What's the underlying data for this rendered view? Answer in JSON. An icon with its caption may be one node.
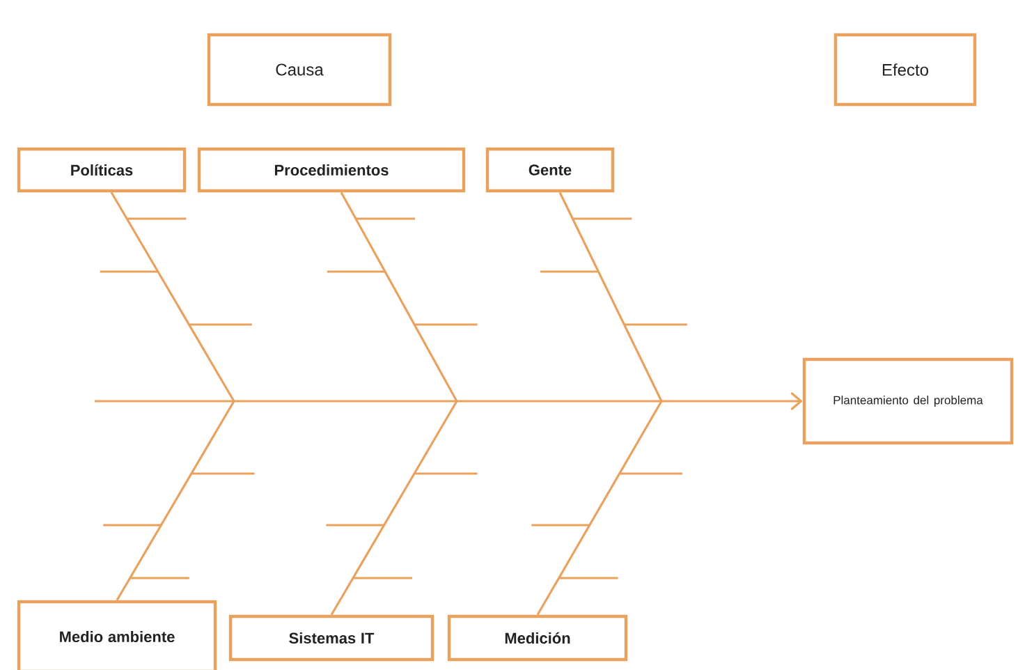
{
  "diagram": {
    "nodes": [
      {
        "text": [
          "Causa"
        ]
      },
      {
        "text": [
          "Efecto"
        ]
      },
      {
        "text": [
          "Políticas"
        ]
      },
      {
        "text": [
          "Procedimientos"
        ]
      },
      {
        "text": [
          "Gente"
        ]
      },
      {
        "text": [
          "Medio ambiente"
        ]
      },
      {
        "text": [
          "Sistemas IT"
        ]
      },
      {
        "text": [
          "Medición"
        ]
      },
      {
        "text": [
          "Planteamiento del problema"
        ]
      }
    ],
    "edges": [
      {
        "from": 2,
        "to": null,
        "arrow": "none"
      },
      {
        "from": 3,
        "to": null,
        "arrow": "none"
      },
      {
        "from": 4,
        "to": null,
        "arrow": "none"
      },
      {
        "from": 5,
        "to": null,
        "arrow": "none"
      },
      {
        "from": 6,
        "to": null,
        "arrow": "none"
      },
      {
        "from": 7,
        "to": null,
        "arrow": "none"
      },
      {
        "from": null,
        "to": 8,
        "arrow": "to"
      }
    ]
  }
}
